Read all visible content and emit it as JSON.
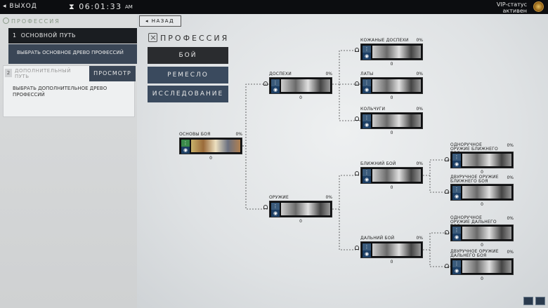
{
  "topbar": {
    "back_label": "ВЫХОД",
    "clock": "06:01:33",
    "ampm": "AM",
    "vip_line1": "VIP-статус",
    "vip_line2": "активен"
  },
  "left": {
    "header": "ПРОФЕССИЯ",
    "path1": {
      "num": "1",
      "label": "ОСНОВНОЙ ПУТЬ",
      "sub": "ВЫБРАТЬ ОСНОВНОЕ ДРЕВО ПРОФЕССИЙ"
    },
    "path2": {
      "num": "2",
      "label": "ДОПОЛНИТЕЛЬНЫЙ ПУТЬ",
      "view_label": "ПРОСМОТР",
      "sub": "ВЫБРАТЬ ДОПОЛНИТЕЛЬНОЕ ДРЕВО ПРОФЕССИЙ"
    }
  },
  "main": {
    "back_label": "НАЗАД",
    "title": "ПРОФЕССИЯ",
    "categories": [
      {
        "label": "БОЙ",
        "active": true
      },
      {
        "label": "РЕМЕСЛО",
        "active": false
      },
      {
        "label": "ИССЛЕДОВАНИЕ",
        "active": false
      }
    ],
    "nodes": {
      "basics": {
        "name": "ОСНОВЫ БОЯ",
        "pct": "0%",
        "count": "0"
      },
      "armor": {
        "name": "ДОСПЕХИ",
        "pct": "0%",
        "count": "0"
      },
      "leather": {
        "name": "КОЖАНЫЕ ДОСПЕХИ",
        "pct": "0%",
        "count": "0"
      },
      "plate": {
        "name": "ЛАТЫ",
        "pct": "0%",
        "count": "0"
      },
      "chain": {
        "name": "КОЛЬЧУГИ",
        "pct": "0%",
        "count": "0"
      },
      "weapons": {
        "name": "ОРУЖИЕ",
        "pct": "0%",
        "count": "0"
      },
      "melee": {
        "name": "БЛИЖНИЙ БОЙ",
        "pct": "0%",
        "count": "0"
      },
      "ranged": {
        "name": "ДАЛЬНИЙ БОЙ",
        "pct": "0%",
        "count": "0"
      },
      "melee1h": {
        "name": "ОДНОРУЧНОЕ ОРУЖИЕ БЛИЖНЕГО БОЯ",
        "pct": "0%",
        "count": "0"
      },
      "melee2h": {
        "name": "ДВУРУЧНОЕ ОРУЖИЕ БЛИЖНЕГО БОЯ",
        "pct": "0%",
        "count": "0"
      },
      "ranged1h": {
        "name": "ОДНОРУЧНОЕ ОРУЖИЕ ДАЛЬНЕГО БОЯ",
        "pct": "0%",
        "count": "0"
      },
      "ranged2h": {
        "name": "ДВУРУЧНОЕ ОРУЖИЕ ДАЛЬНЕГО БОЯ",
        "pct": "0%",
        "count": "0"
      }
    }
  }
}
